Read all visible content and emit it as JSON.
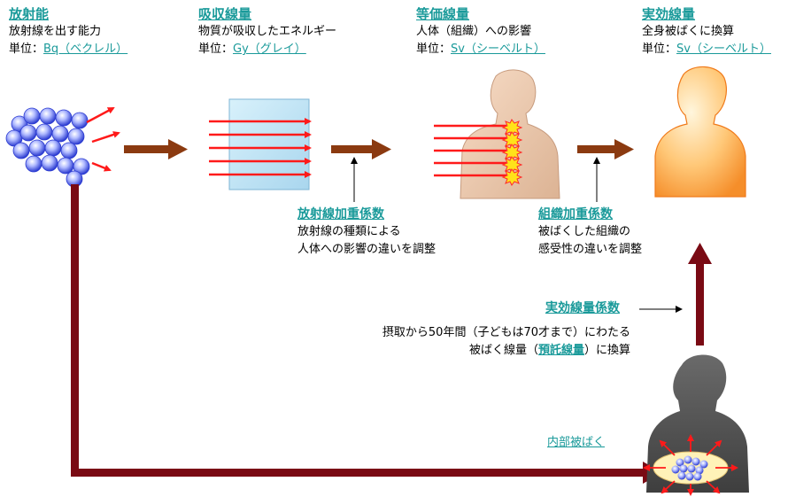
{
  "sections": [
    {
      "title": "放射能",
      "desc": "放射線を出す能力",
      "unit_prefix": "単位：",
      "unit": "Bq（ベクレル）"
    },
    {
      "title": "吸収線量",
      "desc": "物質が吸収したエネルギー",
      "unit_prefix": "単位：",
      "unit": "Gy（グレイ）"
    },
    {
      "title": "等価線量",
      "desc": "人体（組織）への影響",
      "unit_prefix": "単位：",
      "unit": "Sv（シーベルト）"
    },
    {
      "title": "実効線量",
      "desc": "全身被ばくに換算",
      "unit_prefix": "単位：",
      "unit": "Sv（シーベルト）"
    }
  ],
  "factors": {
    "radiation_weighting": {
      "title": "放射線加重係数",
      "lines": [
        "放射線の種類による",
        "人体への影響の違いを調整"
      ]
    },
    "tissue_weighting": {
      "title": "組織加重係数",
      "lines": [
        "被ばくした組織の",
        "感受性の違いを調整"
      ]
    },
    "effective_dose_coefficient": {
      "title": "実効線量係数",
      "line1": "摂取から50年間（子どもは70才まで）にわたる",
      "line2_pre": "被ばく線量（",
      "line2_link": "預託線量",
      "line2_post": "）に換算"
    }
  },
  "internal_exposure_label": "内部被ばく",
  "colors": {
    "accent": "#1a9a9a",
    "arrow_brown": "#8b3a10",
    "arrow_dark_red": "#7a0a14",
    "ray_red": "#ff1a1a",
    "body_gray": "#555555"
  }
}
